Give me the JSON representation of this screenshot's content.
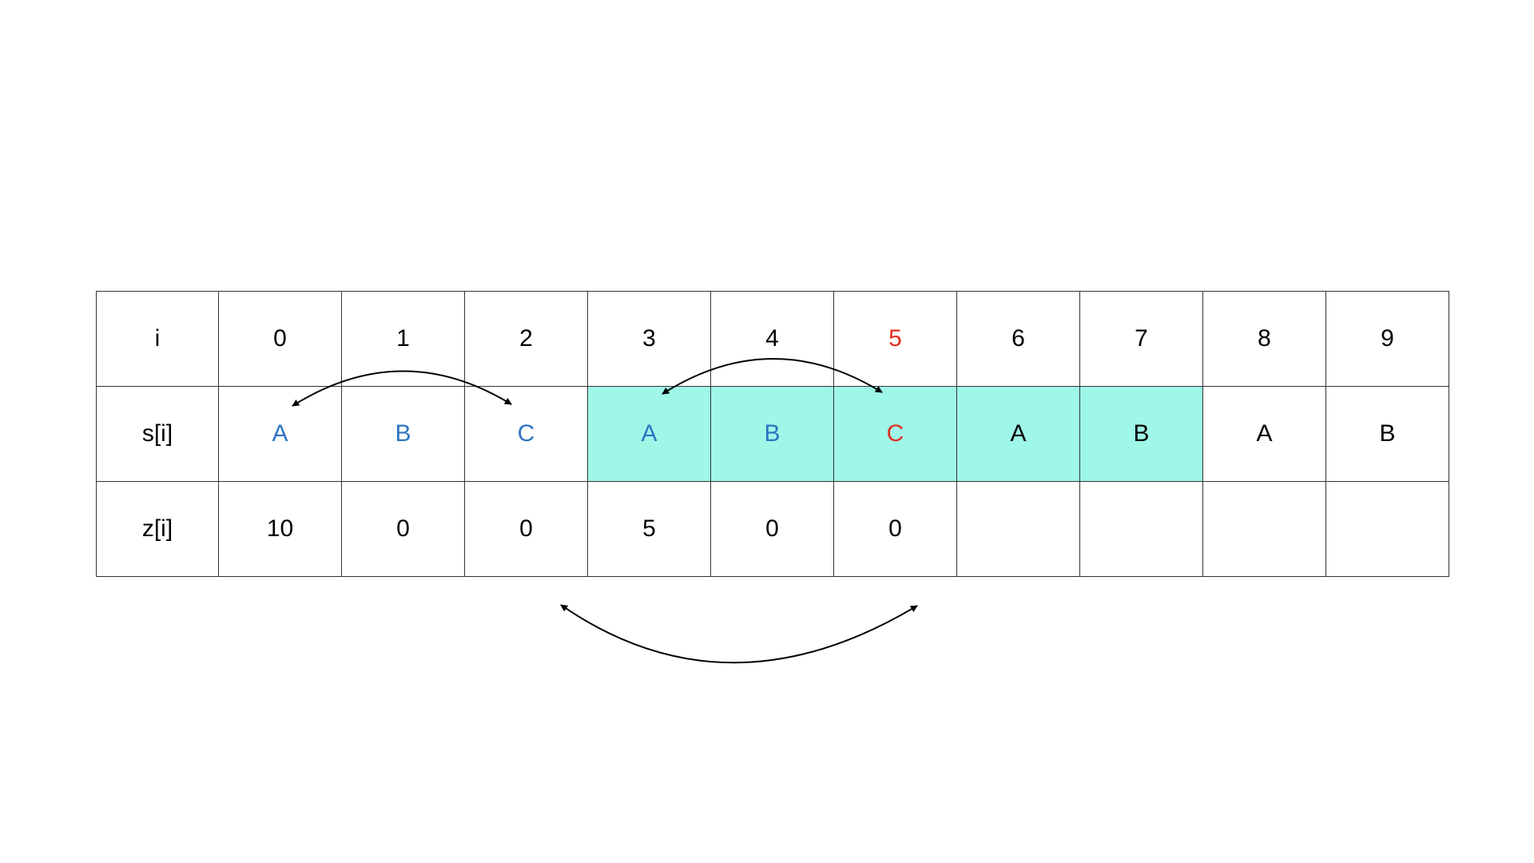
{
  "colors": {
    "grid_line": "#333333",
    "default_text": "#000000",
    "match_text": "#2f74c0",
    "current_text": "#e03020",
    "window_fill": "#9ff7e8"
  },
  "rows": [
    {
      "label": "i",
      "cells": [
        {
          "text": "0"
        },
        {
          "text": "1"
        },
        {
          "text": "2"
        },
        {
          "text": "3"
        },
        {
          "text": "4"
        },
        {
          "text": "5",
          "color": "current"
        },
        {
          "text": "6"
        },
        {
          "text": "7"
        },
        {
          "text": "8"
        },
        {
          "text": "9"
        }
      ]
    },
    {
      "label": "s[i]",
      "cells": [
        {
          "text": "A",
          "color": "match"
        },
        {
          "text": "B",
          "color": "match"
        },
        {
          "text": "C",
          "color": "match"
        },
        {
          "text": "A",
          "color": "match",
          "highlight": true
        },
        {
          "text": "B",
          "color": "match",
          "highlight": true
        },
        {
          "text": "C",
          "color": "current",
          "highlight": true
        },
        {
          "text": "A",
          "highlight": true
        },
        {
          "text": "B",
          "highlight": true
        },
        {
          "text": "A"
        },
        {
          "text": "B"
        }
      ]
    },
    {
      "label": "z[i]",
      "cells": [
        {
          "text": "10"
        },
        {
          "text": "0"
        },
        {
          "text": "0"
        },
        {
          "text": "5"
        },
        {
          "text": "0"
        },
        {
          "text": "0"
        },
        {
          "text": ""
        },
        {
          "text": ""
        },
        {
          "text": ""
        },
        {
          "text": ""
        }
      ]
    }
  ]
}
